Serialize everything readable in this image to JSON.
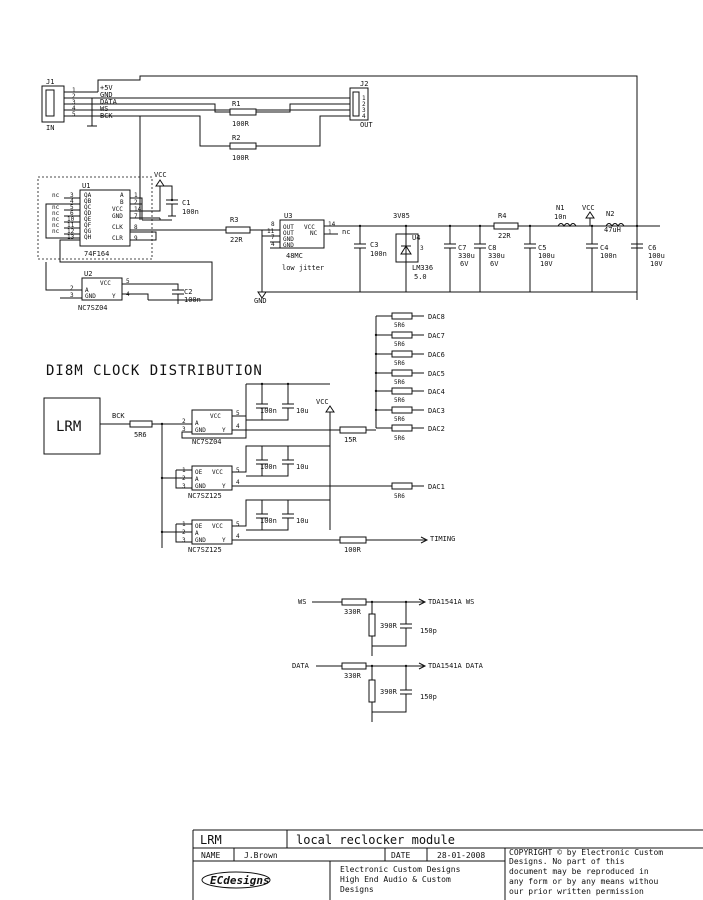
{
  "diagram": {
    "section_title": "DI8M CLOCK DISTRIBUTION",
    "connectors": {
      "j1": {
        "ref": "J1",
        "label": "IN",
        "pins": [
          "1",
          "2",
          "3",
          "4",
          "5"
        ]
      },
      "j2": {
        "ref": "J2",
        "label": "OUT",
        "pins": [
          "1",
          "2",
          "3",
          "4"
        ]
      },
      "signals": [
        "+5V",
        "GND",
        "DATA",
        "WS",
        "BCK"
      ]
    },
    "resistors": {
      "r1": {
        "ref": "R1",
        "value": "100R"
      },
      "r2": {
        "ref": "R2",
        "value": "100R"
      },
      "r3": {
        "ref": "R3",
        "value": "22R"
      },
      "r4": {
        "ref": "R4",
        "value": "22R"
      },
      "r5r6": "5R6",
      "r15": "15R",
      "r100": "100R",
      "r330": "330R",
      "r390": "390R"
    },
    "ics": {
      "u1": {
        "ref": "U1",
        "part": "74F164",
        "left_pins": [
          [
            "nc",
            "3",
            "QA"
          ],
          [
            "",
            "4",
            "QB"
          ],
          [
            "nc",
            "5",
            "QC"
          ],
          [
            "nc",
            "6",
            "QD"
          ],
          [
            "nc",
            "10",
            "QE"
          ],
          [
            "nc",
            "11",
            "QF"
          ],
          [
            "nc",
            "12",
            "QG"
          ],
          [
            "",
            "13",
            "QH"
          ]
        ],
        "right_pins": [
          [
            "A",
            "1"
          ],
          [
            "B",
            "2"
          ],
          [
            "VCC",
            "14"
          ],
          [
            "GND",
            "7"
          ],
          [
            "CLK",
            "8"
          ],
          [
            "CLR",
            "9"
          ]
        ]
      },
      "u2": {
        "ref": "U2",
        "part": "NC7SZ04",
        "pin_a": "A",
        "pin_gnd": "GND",
        "pin_vcc": "VCC",
        "pin_y": "Y",
        "n2": "2",
        "n3": "3",
        "n4": "4",
        "n5": "5"
      },
      "u3": {
        "ref": "U3",
        "part": "48MC",
        "note": "low jitter",
        "pins": [
          "OUT",
          "OUT",
          "GND",
          "GND"
        ],
        "vcc": "VCC",
        "nc": "NC",
        "nums": [
          "8",
          "11",
          "7",
          "4",
          "14",
          "1"
        ],
        "nc_out": "nc"
      },
      "u4": {
        "ref": "U4",
        "part": "LM336",
        "value": "5.0",
        "pin": "3",
        "label": "3V85"
      },
      "lrm_block": "LRM",
      "buf1": {
        "part": "NC7SZ04",
        "a": "A",
        "gnd": "GND",
        "vcc": "VCC",
        "y": "Y",
        "n2": "2",
        "n3": "3",
        "n4": "4",
        "n5": "5"
      },
      "buf2": {
        "part": "NC7SZ125",
        "oe": "OE",
        "a": "A",
        "gnd": "GND",
        "vcc": "VCC",
        "y": "Y",
        "n1": "1",
        "n2": "2",
        "n3": "3",
        "n4": "4",
        "n5": "5"
      },
      "buf3": {
        "part": "NC7SZ125",
        "oe": "OE",
        "a": "A",
        "gnd": "GND",
        "vcc": "VCC",
        "y": "Y",
        "n1": "1",
        "n2": "2",
        "n3": "3",
        "n4": "4",
        "n5": "5"
      }
    },
    "caps": {
      "c1": {
        "ref": "C1",
        "value": "100n"
      },
      "c2": {
        "ref": "C2",
        "value": "100n"
      },
      "c3": {
        "ref": "C3",
        "value": "100n"
      },
      "c4": {
        "ref": "C4",
        "value": "100n"
      },
      "c5": {
        "ref": "C5",
        "value": "100u",
        "volt": "10V"
      },
      "c6": {
        "ref": "C6",
        "value": "100u",
        "volt": "10V"
      },
      "c7": {
        "ref": "C7",
        "value": "330u",
        "volt": "6V"
      },
      "c8": {
        "ref": "C8",
        "value": "330u",
        "volt": "6V"
      },
      "c100n": "100n",
      "c10u": "10u",
      "c150p": "150p"
    },
    "inductors": {
      "n1": {
        "ref": "N1",
        "value": "10n"
      },
      "n2": {
        "ref": "N2",
        "value": "47uH"
      }
    },
    "labels": {
      "vcc": "VCC",
      "gnd": "GND",
      "bck": "BCK",
      "ws": "WS",
      "data": "DATA",
      "timing": "TIMING",
      "tda_ws": "TDA1541A WS",
      "tda_data": "TDA1541A DATA",
      "dac_outputs": [
        "DAC8",
        "DAC7",
        "DAC6",
        "DAC5",
        "DAC4",
        "DAC3",
        "DAC2"
      ],
      "dac1": "DAC1"
    }
  },
  "title_block": {
    "project": "LRM",
    "description": "local reclocker module",
    "name_label": "NAME",
    "name": "J.Brown",
    "date_label": "DATE",
    "date": "28-01-2008",
    "copyright": [
      "COPYRIGHT © by Electronic Custom",
      "Designs. No part of this",
      "document may be reproduced in",
      "any form or by any means withou",
      "our prior written permission"
    ],
    "company": [
      "Electronic Custom Designs",
      "High End Audio  &  Custom",
      "Designs"
    ],
    "logo": "ECdesigns"
  }
}
